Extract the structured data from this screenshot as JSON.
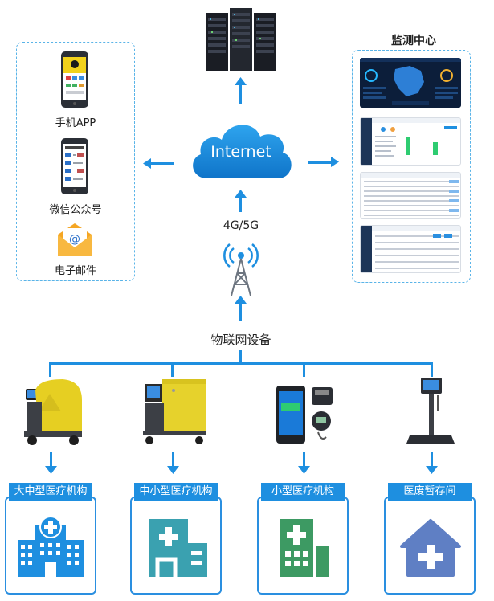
{
  "center": {
    "internet_label": "Internet",
    "network_label": "4G/5G",
    "iot_label": "物联网设备"
  },
  "left_panel": {
    "items": [
      {
        "label": "手机APP",
        "icon": "phone-app-icon"
      },
      {
        "label": "微信公众号",
        "icon": "phone-wechat-icon"
      },
      {
        "label": "电子邮件",
        "icon": "email-envelope-icon"
      }
    ]
  },
  "right_panel": {
    "title": "监测中心"
  },
  "devices": [
    {
      "name": "large-waste-cart"
    },
    {
      "name": "medium-waste-cart"
    },
    {
      "name": "handheld-terminal"
    },
    {
      "name": "weighing-station"
    }
  ],
  "institutions": [
    {
      "label": "大中型医疗机构",
      "icon": "hospital-icon",
      "color": "#1e8fe0"
    },
    {
      "label": "中小型医疗机构",
      "icon": "clinic-icon",
      "color": "#3aa1b0"
    },
    {
      "label": "小型医疗机构",
      "icon": "small-clinic-icon",
      "color": "#3d9a63"
    },
    {
      "label": "医废暂存间",
      "icon": "house-icon",
      "color": "#5f7fc4"
    }
  ],
  "colors": {
    "accent": "#1e8fe0",
    "dashed_border": "#5ab4e8"
  }
}
